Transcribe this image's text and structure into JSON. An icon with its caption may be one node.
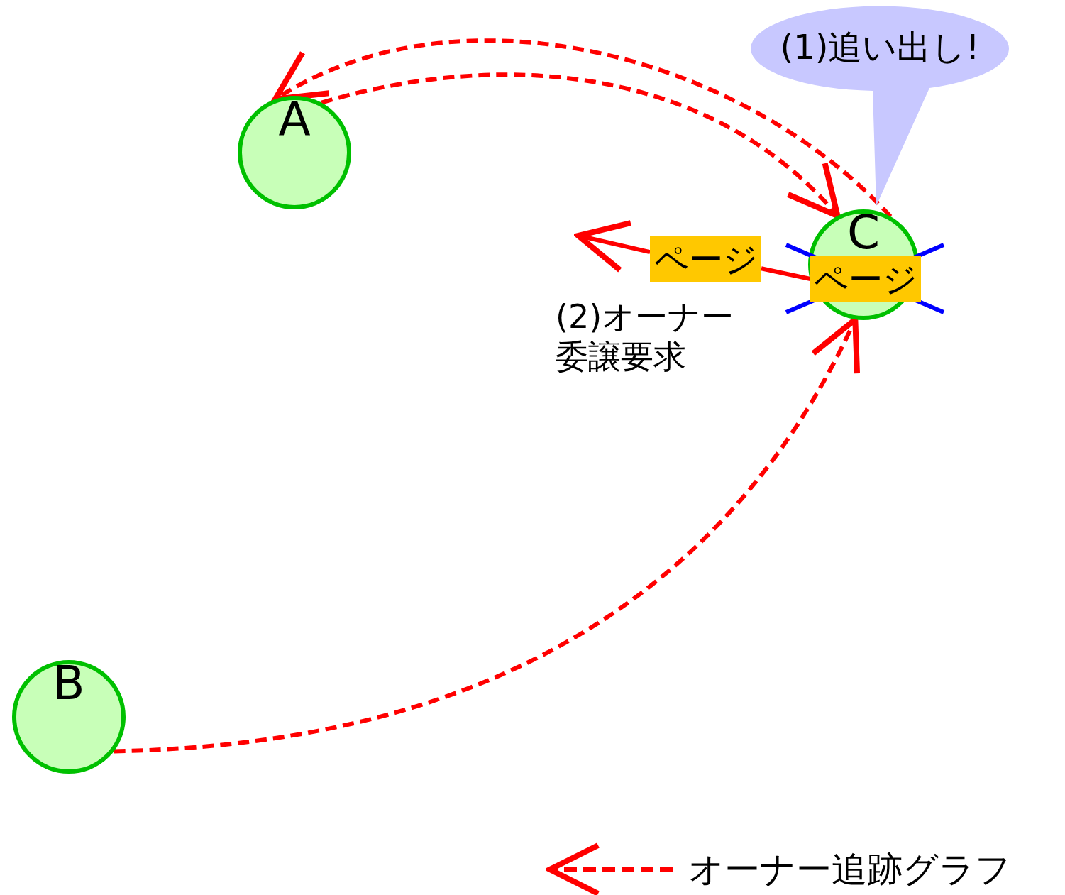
{
  "diagram": {
    "nodes": [
      {
        "text": [
          "A"
        ]
      },
      {
        "text": [
          "(1)追い出し!"
        ]
      },
      {
        "text": [
          "C"
        ]
      },
      {
        "text": [
          "ページ"
        ],
        "in": 2
      },
      {
        "text": [
          "ページ"
        ]
      },
      {
        "text": [
          "B"
        ]
      }
    ],
    "edges": [
      {
        "from": 2,
        "to": 0,
        "arrow": "to",
        "style": "dashed"
      },
      {
        "from": 0,
        "to": 2,
        "arrow": "to",
        "style": "dashed"
      },
      {
        "from": 3,
        "to": 4,
        "arrow": "none"
      },
      {
        "from": 4,
        "to": null,
        "arrow": "to"
      },
      {
        "from": 5,
        "to": 2,
        "arrow": "to",
        "style": "dashed"
      }
    ],
    "labels": [
      "(2)オーナー委譲要求"
    ],
    "legend": [
      {
        "text": "オーナー追跡グラフ"
      }
    ]
  }
}
